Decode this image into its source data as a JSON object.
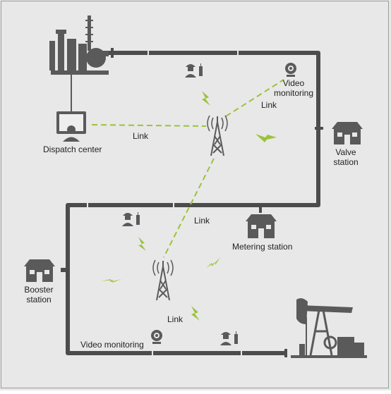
{
  "colors": {
    "background": "#e8e8e8",
    "pipe": "#4c4c4c",
    "equipment": "#5a5a5a",
    "wireless_link": "#9cc23a",
    "text": "#222222"
  },
  "labels": {
    "dispatch_center": "Dispatch center",
    "video_monitoring_top_line1": "Video",
    "video_monitoring_top_line2": "monitoring",
    "valve_station_line1": "Valve",
    "valve_station_line2": "station",
    "metering_station": "Metering station",
    "booster_station_line1": "Booster",
    "booster_station_line2": "station",
    "video_monitoring_bottom": "Video monitoring",
    "link_dispatch": "Link",
    "link_video_top": "Link",
    "link_middle": "Link",
    "link_bottom": "Link"
  },
  "icons": {
    "refinery": "refinery-icon",
    "dispatch_center": "computer-operator-icon",
    "worker_with_radio": "worker-radio-icon",
    "camera": "camera-icon",
    "tower": "radio-tower-icon",
    "station": "station-house-icon",
    "pumpjack": "pumpjack-icon",
    "signal": "lightning-signal-icon"
  }
}
